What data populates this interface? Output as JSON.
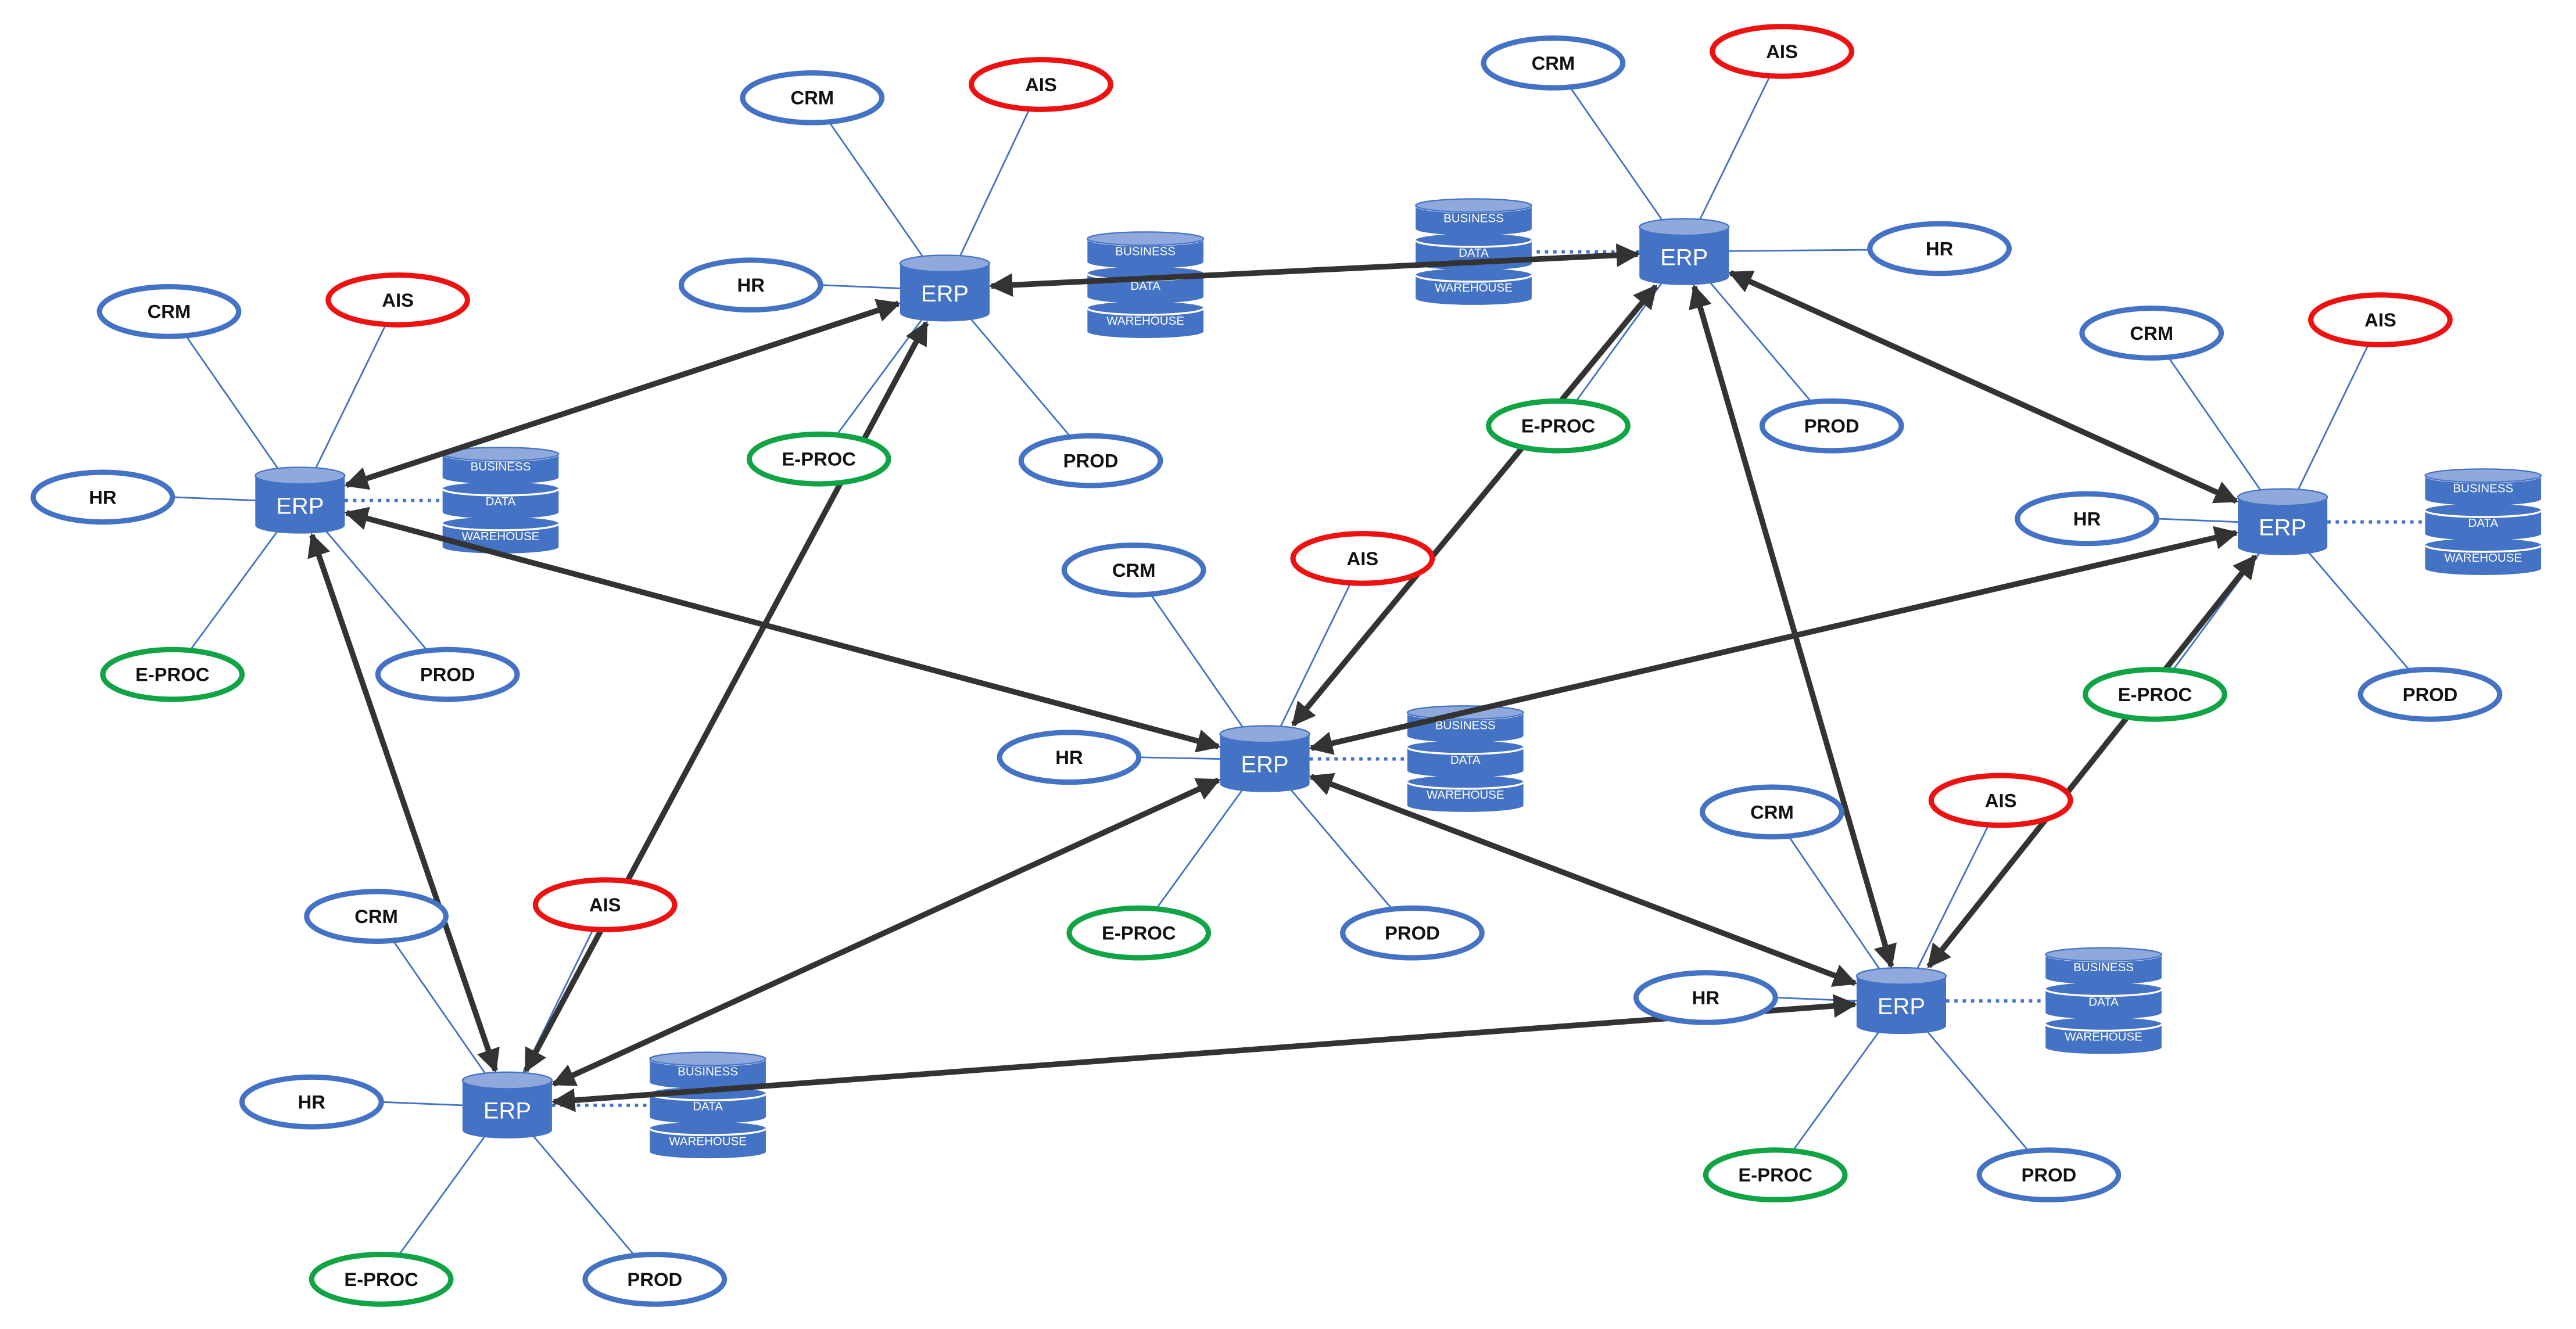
{
  "colors": {
    "blue": "#4472C4",
    "red": "#EE1111",
    "green": "#10A444",
    "arrow": "#333333",
    "line": "#4472C4",
    "db_fill": "#4472C4",
    "db_top": "#8FA9DC"
  },
  "labels": {
    "erp": "ERP",
    "crm": "CRM",
    "ais": "AIS",
    "hr": "HR",
    "eproc": "E-PROC",
    "prod": "PROD",
    "warehouse": [
      "BUSINESS",
      "DATA",
      "WAREHOUSE"
    ]
  },
  "clusters": [
    {
      "id": "top-center"
    },
    {
      "id": "top-right"
    },
    {
      "id": "left"
    },
    {
      "id": "far-right"
    },
    {
      "id": "center"
    },
    {
      "id": "bottom-left"
    },
    {
      "id": "bottom-right"
    }
  ]
}
